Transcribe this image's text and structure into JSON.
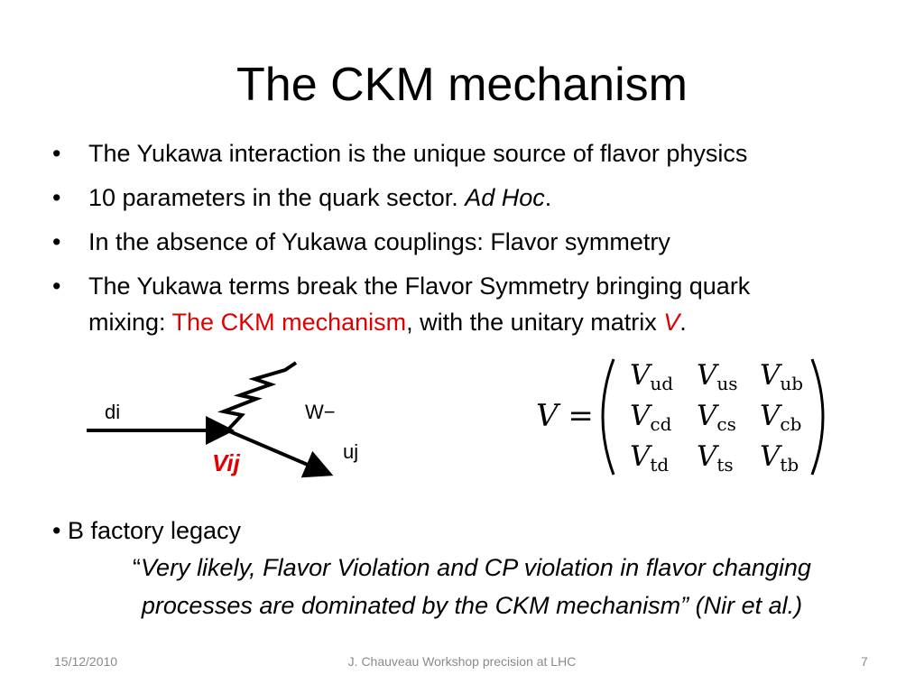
{
  "slide": {
    "title": "The CKM mechanism",
    "bullet_char": "•",
    "bullets": {
      "b1": "The Yukawa interaction is the unique source of flavor physics",
      "b2_text": "10 parameters in the quark sector. ",
      "b2_italic": "Ad Hoc",
      "b2_end": ".",
      "b3": "In the absence of Yukawa couplings: Flavor symmetry",
      "b4_line1": "The Yukawa terms break the Flavor Symmetry bringing quark",
      "b4_pre": "mixing: ",
      "b4_red": "The CKM mechanism",
      "b4_mid": ", with the unitary matrix ",
      "b4_v": "V",
      "b4_end": "."
    },
    "diagram": {
      "incoming_label": "di",
      "boson_label": "W−",
      "outgoing_label": "uj",
      "vertex_label": "Vij"
    },
    "matrix": {
      "lhs": "V =",
      "elements": {
        "r1c1": "V",
        "r1c1_sub": "ud",
        "r1c2": "V",
        "r1c2_sub": "us",
        "r1c3": "V",
        "r1c3_sub": "ub",
        "r2c1": "V",
        "r2c1_sub": "cd",
        "r2c2": "V",
        "r2c2_sub": "cs",
        "r2c3": "V",
        "r2c3_sub": "cb",
        "r3c1": "V",
        "r3c1_sub": "td",
        "r3c2": "V",
        "r3c2_sub": "ts",
        "r3c3": "V",
        "r3c3_sub": "tb"
      }
    },
    "legacy": "• B factory legacy",
    "quote": {
      "open": "“",
      "line1": "Very likely, Flavor Violation and CP violation in flavor changing",
      "line2": "processes are dominated by the CKM  mechanism",
      "close": "” (Nir et al.)"
    }
  },
  "footer": {
    "date": "15/12/2010",
    "center": "J. Chauveau Workshop precision at LHC",
    "page": "7"
  },
  "colors": {
    "accent_red": "#e00000",
    "footer_gray": "#8a8a8a"
  }
}
